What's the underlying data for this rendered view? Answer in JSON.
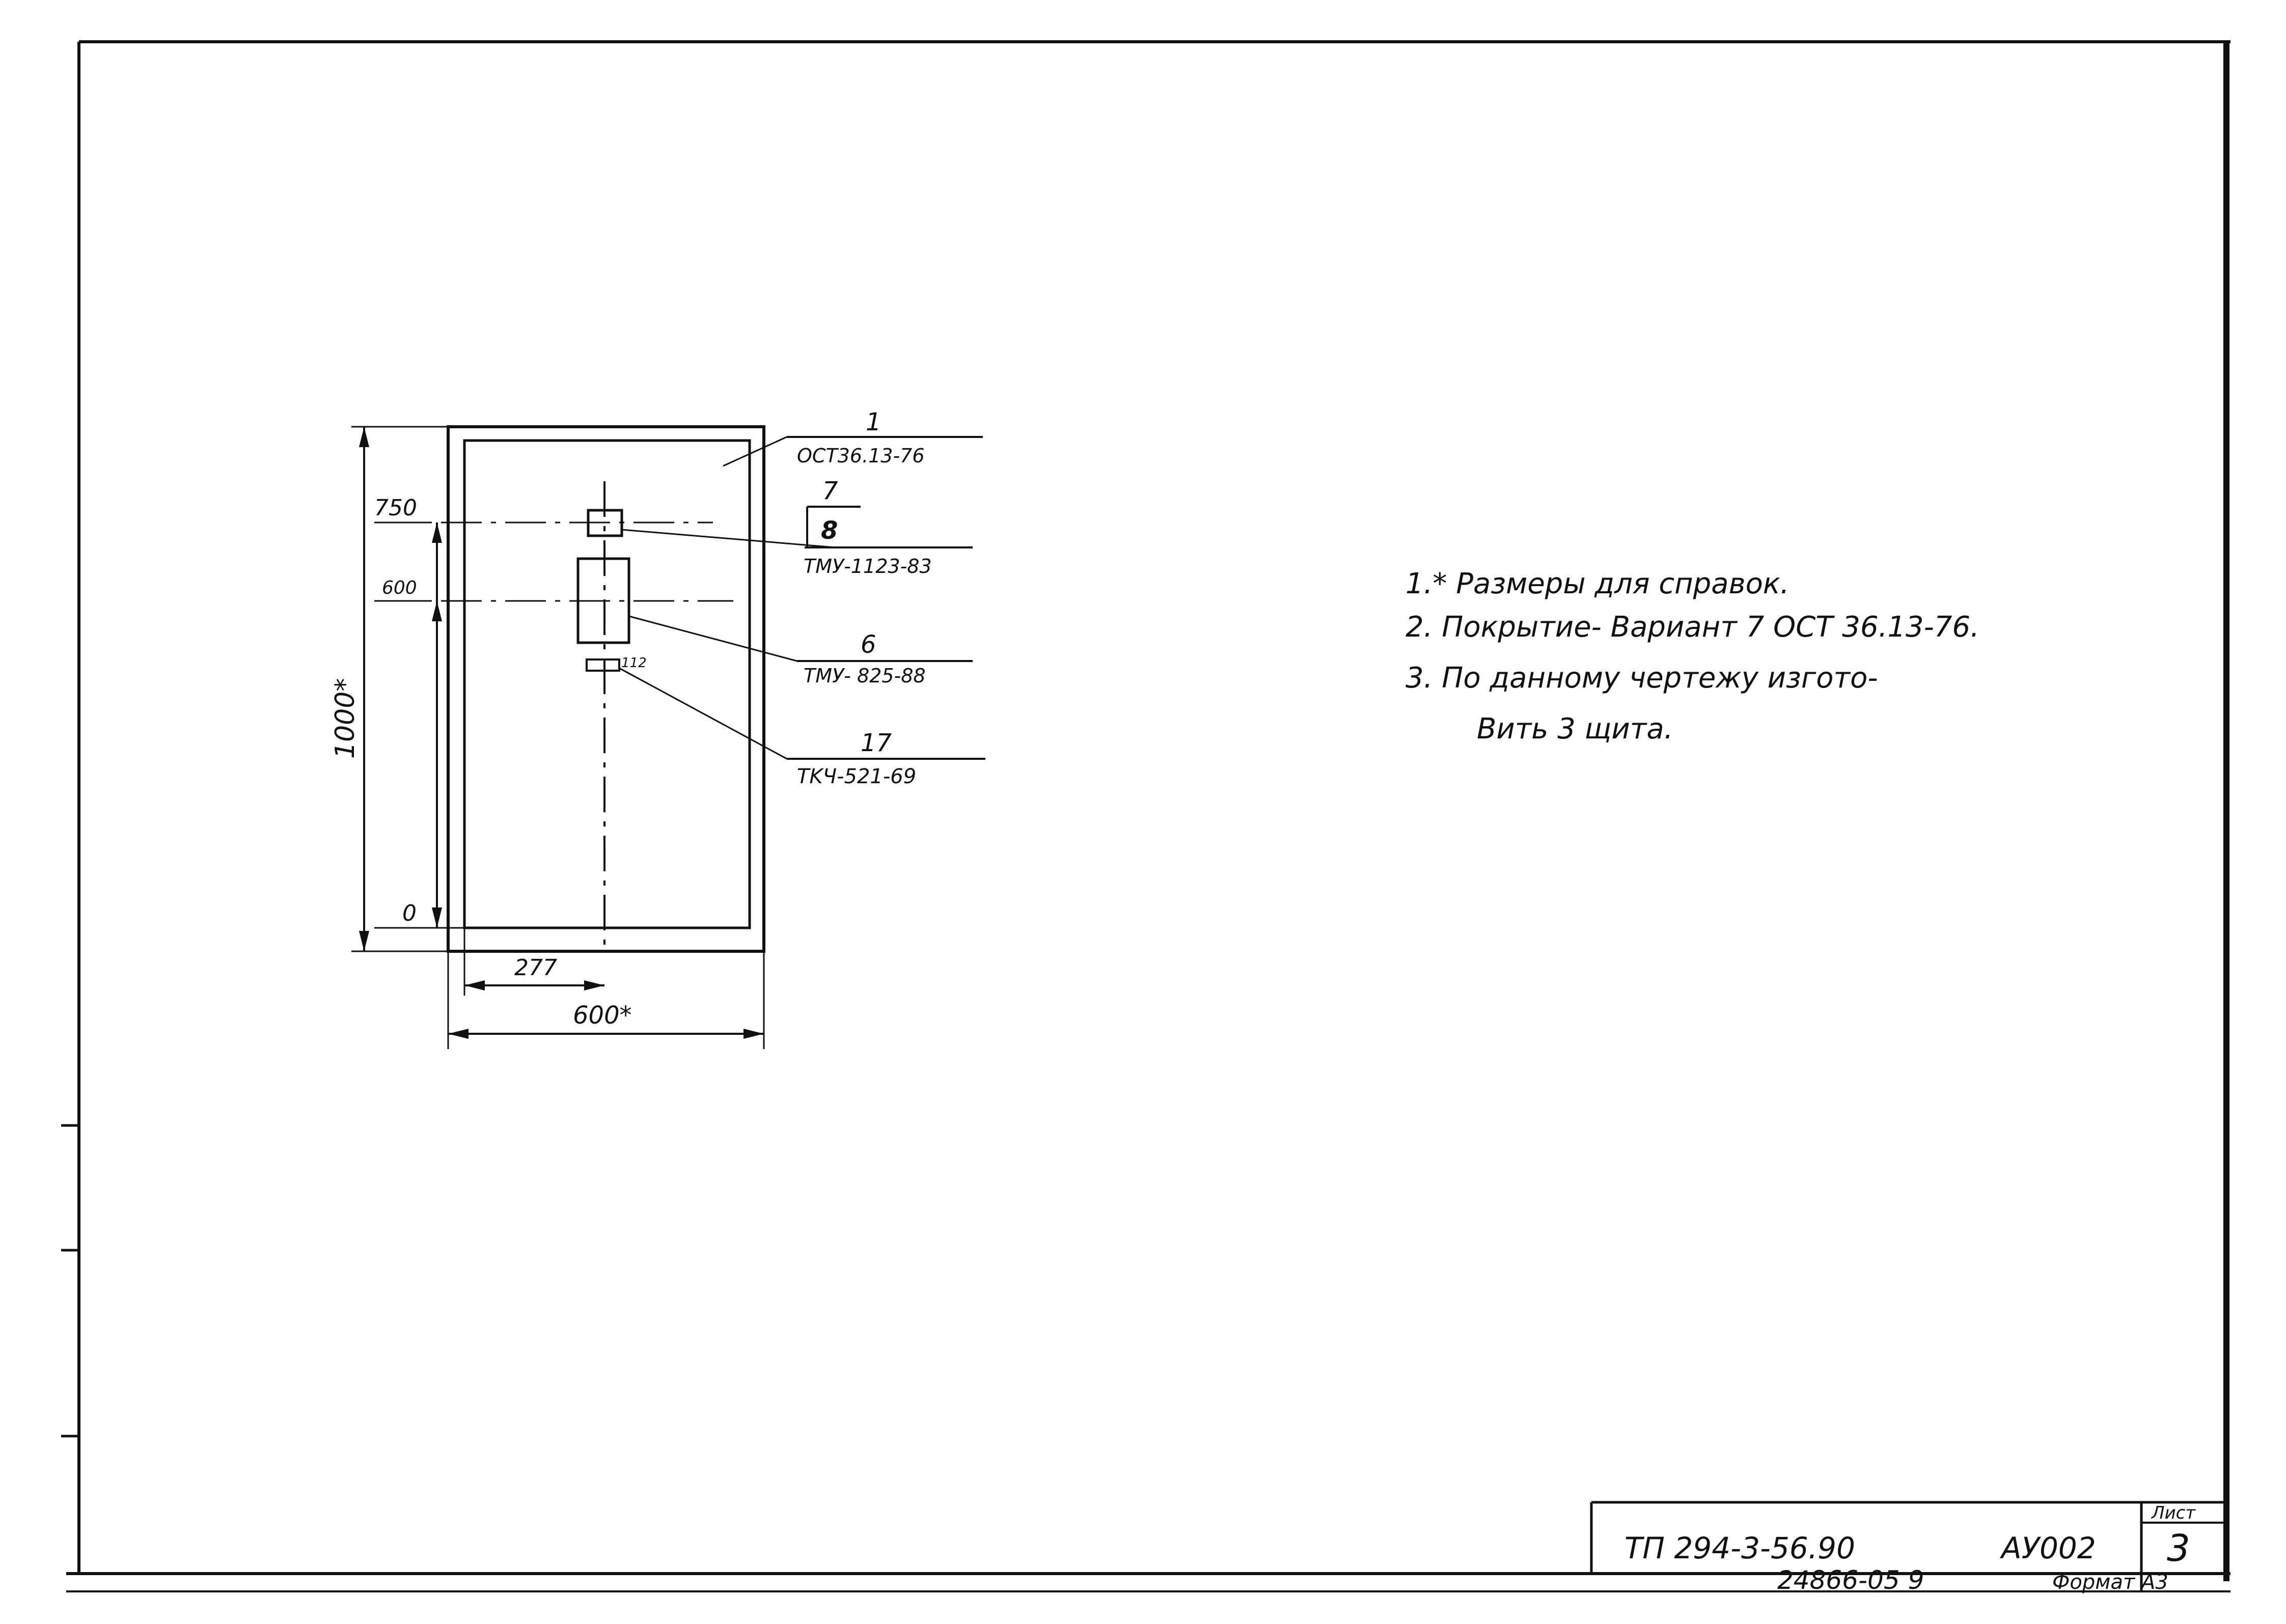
{
  "drawing": {
    "balloons": [
      {
        "pos": "1",
        "doc": "OCT36.13-76"
      },
      {
        "pos": "7",
        "qty": "8",
        "doc": "TMУ-1123-83"
      },
      {
        "pos": "6",
        "doc": "TMУ- 825-88"
      },
      {
        "pos": "17",
        "doc": "TKЧ-521-69"
      }
    ],
    "dims": {
      "height": "1000*",
      "width": "600*",
      "offset_x": "277",
      "level_750": "750",
      "level_600": "600",
      "level_0": "0",
      "small_part": "112"
    }
  },
  "notes": [
    "1.* Размеры для справок.",
    "2. Покрытие- Вариант 7 ОСТ 36.13-76.",
    "3. По данному чертежу изгото-",
    "Вить 3 щита."
  ],
  "title_block": {
    "doc_number": "ТП 294-3-56.90",
    "code": "АУ002",
    "sheet_label": "Лист",
    "sheet_number": "3",
    "archive_no": "24866-05 9",
    "format": "Формат А3"
  }
}
